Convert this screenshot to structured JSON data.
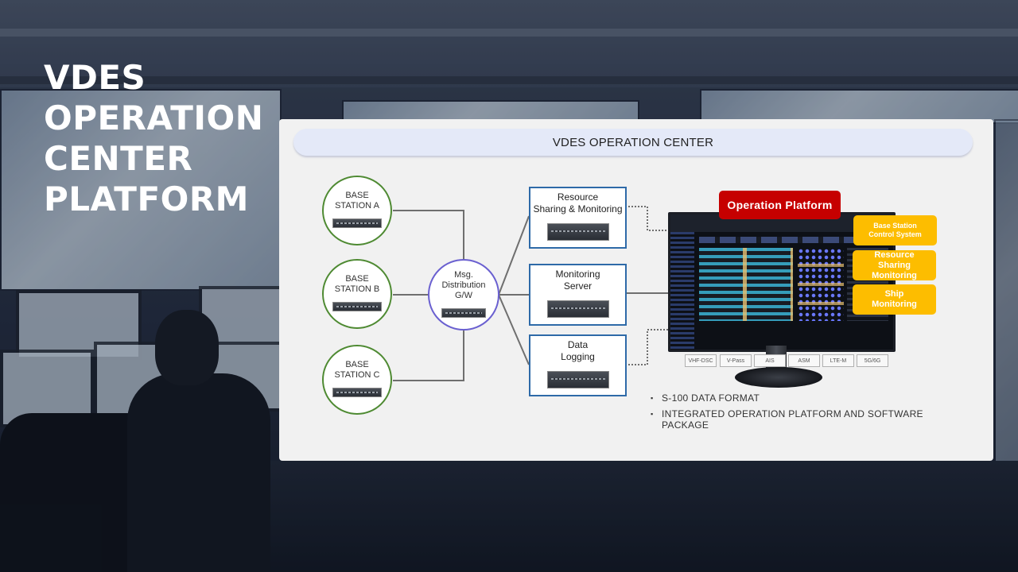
{
  "title": {
    "lines": [
      "VDES",
      "OPERATION",
      "CENTER",
      "PLATFORM"
    ]
  },
  "panel": {
    "header": "VDES OPERATION CENTER",
    "stations": [
      {
        "line1": "BASE",
        "line2": "STATION A"
      },
      {
        "line1": "BASE",
        "line2": "STATION B"
      },
      {
        "line1": "BASE",
        "line2": "STATION C"
      }
    ],
    "gateway": {
      "line1": "Msg.",
      "line2": "Distribution",
      "line3": "G/W"
    },
    "servers": [
      {
        "line1": "Resource",
        "line2": "Sharing & Monitoring"
      },
      {
        "line1": "Monitoring",
        "line2": "Server"
      },
      {
        "line1": "Data",
        "line2": "Logging"
      }
    ],
    "operation_platform": "Operation Platform",
    "side_tags": [
      {
        "line1": "Base Station",
        "line2": "Control System"
      },
      {
        "line1": "Resource",
        "line2": "Sharing",
        "line3": "Monitoring"
      },
      {
        "line1": "Ship",
        "line2": "Monitoring"
      }
    ],
    "interfaces": [
      "VHF-DSC",
      "V-Pass",
      "AIS",
      "ASM",
      "LTE-M",
      "5G/6G"
    ],
    "bullets": [
      "S-100 DATA FORMAT",
      "INTEGRATED OPERATION PLATFORM AND SOFTWARE PACKAGE"
    ]
  },
  "colors": {
    "station_border": "#4e8a32",
    "gateway_border": "#6a60d0",
    "server_border": "#2e6aa8",
    "operation_badge": "#c60000",
    "side_tag": "#fdbd00",
    "panel_header": "#e4e9f8"
  }
}
